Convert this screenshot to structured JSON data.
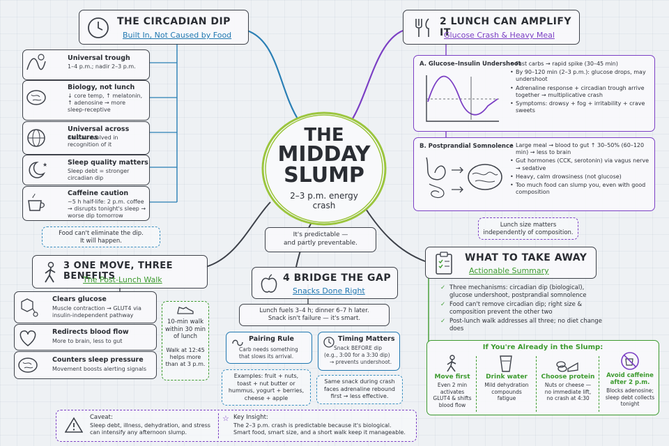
{
  "center": {
    "line1": "THE",
    "line2": "MIDDAY",
    "line3": "SLUMP",
    "sub1": "2–3 p.m. energy",
    "sub2": "crash"
  },
  "predictable": {
    "line1": "It's predictable —",
    "line2": "and partly preventable."
  },
  "circadian": {
    "title": "THE CIRCADIAN DIP",
    "subtitle": "Built In, Not Caused by Food",
    "items": [
      {
        "title": "Universal trough",
        "text": [
          "1–4 p.m.; nadir 2–3 p.m."
        ]
      },
      {
        "title": "Biology, not lunch",
        "text": [
          "↓ core temp, ↑ melatonin,",
          "↑ adenosine → more",
          "sleep-receptive"
        ]
      },
      {
        "title": "Universal across cultures",
        "text": [
          "Siestas evolved in",
          "recognition of it"
        ]
      },
      {
        "title": "Sleep quality matters",
        "text": [
          "Sleep debt = stronger",
          "circadian dip"
        ]
      },
      {
        "title": "Caffeine caution",
        "text": [
          "~5 h half-life: 2 p.m. coffee",
          "→ disrupts tonight's sleep →",
          "worse dip tomorrow"
        ]
      }
    ],
    "note": [
      "Food can't eliminate the dip.",
      "It will happen."
    ]
  },
  "lunch": {
    "title": "2 LUNCH CAN AMPLIFY IT",
    "subtitle": "Glucose Crash & Heavy Meal",
    "a_title": "A. Glucose–Insulin Undershoot",
    "a_bullets": [
      "Fast carbs → rapid spike (30–45 min)",
      "By 90–120 min (2–3 p.m.): glucose drops, may undershoot",
      "Adrenaline response + circadian trough arrive together → multiplicative crash",
      "Symptoms: drowsy + fog + irritability + crave sweets"
    ],
    "b_title": "B. Postprandial Somnolence",
    "b_bullets": [
      "Large meal → blood to gut ↑ 30–50% (60–120 min) → less to brain",
      "Gut hormones (CCK, serotonin) via vagus nerve → sedative",
      "Heavy, calm drowsiness (not glucose)",
      "Too much food can slump you, even with good composition"
    ],
    "note": [
      "Lunch size matters",
      "independently of composition."
    ]
  },
  "walk": {
    "title": "3 ONE MOVE, THREE BENEFITS",
    "subtitle": "The Post-Lunch Walk",
    "items": [
      {
        "title": "Clears glucose",
        "text": [
          "Muscle contraction → GLUT4 via",
          "insulin-independent pathway"
        ]
      },
      {
        "title": "Redirects blood flow",
        "text": [
          "More to brain, less to gut"
        ]
      },
      {
        "title": "Counters sleep pressure",
        "text": [
          "Movement boosts alerting signals"
        ]
      }
    ],
    "side": [
      "10-min walk",
      "within 30 min",
      "of lunch"
    ],
    "side2": [
      "Walk at 12:45",
      "helps more",
      "than at 3 p.m."
    ]
  },
  "bridge": {
    "title": "4 BRIDGE THE GAP",
    "subtitle": "Snacks Done Right",
    "intro": [
      "Lunch fuels 3–4 h; dinner 6–7 h later.",
      "Snack isn't failure — it's smart."
    ],
    "pair_title": "Pairing Rule",
    "pair_text": [
      "Carb needs something",
      "that slows its arrival."
    ],
    "timing_title": "Timing Matters",
    "timing_text": [
      "Snack BEFORE dip",
      "(e.g., 3:00 for a 3:30 dip)",
      "→ prevents undershoot."
    ],
    "examples": [
      "Examples: fruit + nuts,",
      "toast + nut butter or",
      "hummus, yogurt + berries,",
      "cheese + apple"
    ],
    "crash": [
      "Same snack during crash",
      "faces adrenaline rebound",
      "first → less effective."
    ]
  },
  "takeaway": {
    "title": "WHAT TO TAKE AWAY",
    "subtitle": "Actionable Summary",
    "checks": [
      "Three mechanisms: circadian dip (biological), glucose undershoot, postprandial somnolence",
      "Food can't remove circadian dip; right size & composition prevent the other two",
      "Post-lunch walk addresses all three; no diet change does"
    ]
  },
  "slump": {
    "title": "If You're Already in the Slump:",
    "cols": [
      {
        "title": "Move first",
        "text": [
          "Even 2 min",
          "activates",
          "GLUT4 & shifts",
          "blood flow"
        ]
      },
      {
        "title": "Drink water",
        "text": [
          "Mild dehydration",
          "compounds",
          "fatigue"
        ]
      },
      {
        "title": "Choose protein",
        "text": [
          "Nuts or cheese —",
          "no immediate lift,",
          "no crash at 4:30"
        ]
      },
      {
        "title": "Avoid caffeine after 2 p.m.",
        "text": [
          "Blocks adenosine;",
          "sleep debt collects",
          "tonight"
        ]
      }
    ]
  },
  "caveat": {
    "title": "Caveat:",
    "text": [
      "Sleep debt, illness, dehydration, and stress",
      "can intensify any afternoon slump."
    ]
  },
  "insight": {
    "title": "Key Insight:",
    "text": [
      "The 2–3 p.m. crash is predictable because it's biological.",
      "Smart food, smart size, and a short walk keep it manageable."
    ]
  },
  "colors": {
    "blue": "#1f77b0",
    "purple": "#7b3fc4",
    "green": "#3c9a2e",
    "lime": "#9bc53d"
  }
}
